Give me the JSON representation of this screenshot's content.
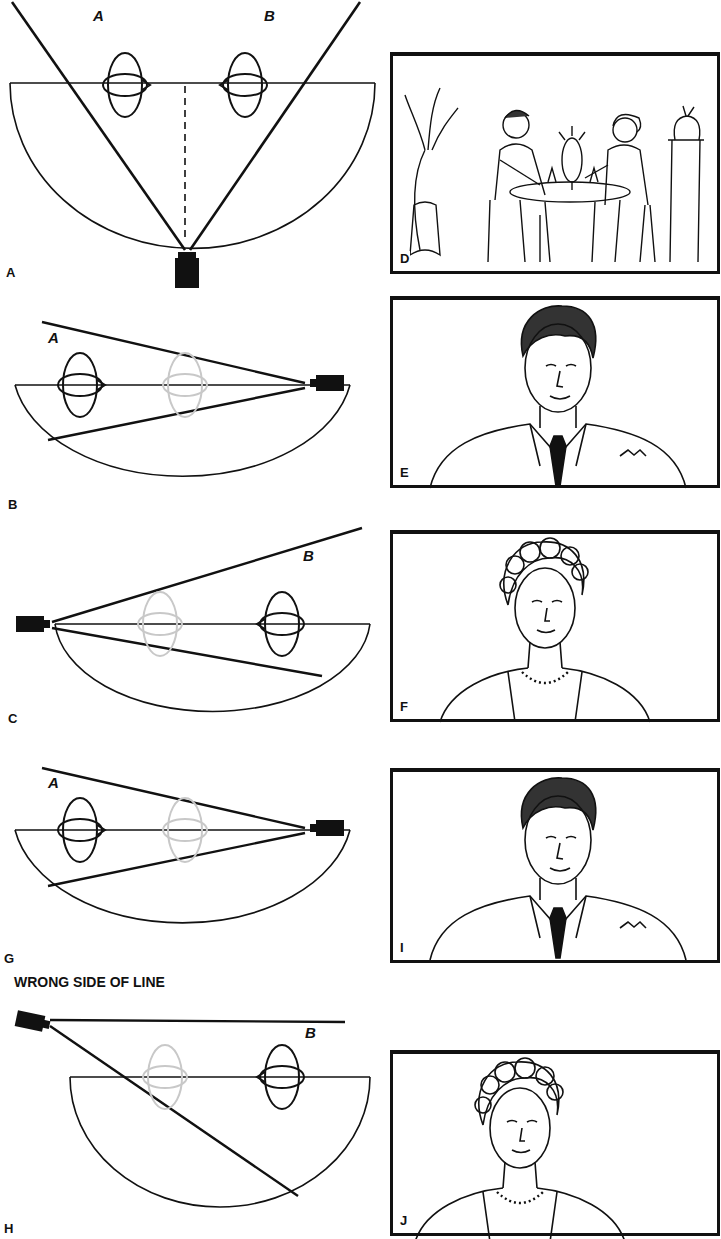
{
  "diagram": {
    "nodes": [
      {
        "text": [
          "D"
        ]
      },
      {
        "text": [
          "E"
        ]
      },
      {
        "text": [
          "F"
        ]
      },
      {
        "text": [
          "I"
        ]
      },
      {
        "text": [
          "J"
        ]
      }
    ],
    "labels": [
      "A",
      "B",
      "A",
      "A",
      "B",
      "B",
      "C",
      "A",
      "G",
      "WRONG SIDE OF LINE",
      "B",
      "H"
    ]
  }
}
